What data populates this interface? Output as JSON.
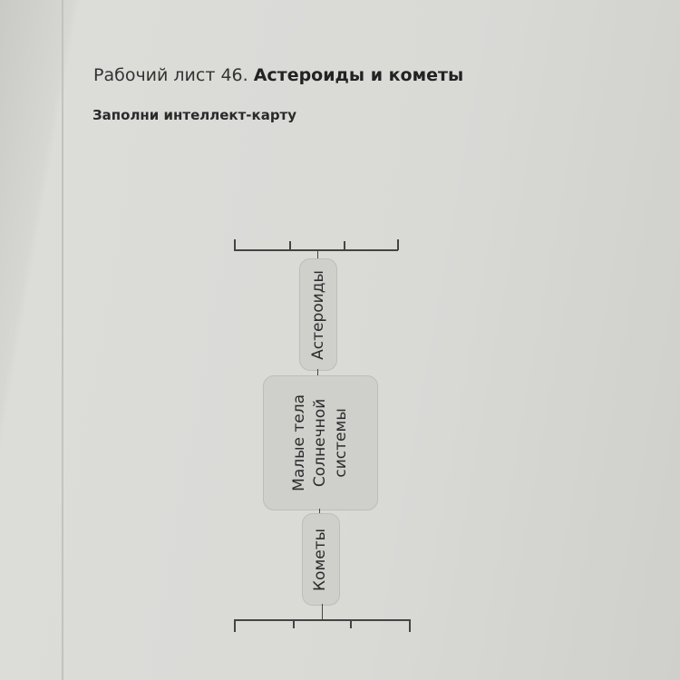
{
  "worksheet": {
    "title_prefix": "Рабочий лист 46.",
    "title_topic": "Астероиды и кометы",
    "task": "Заполни интеллект-карту"
  },
  "mind_map": {
    "center_line1": "Малые тела",
    "center_line2": "Солнечной",
    "center_line3": "системы",
    "branch_top": "Астероиды",
    "branch_bottom": "Кометы"
  }
}
